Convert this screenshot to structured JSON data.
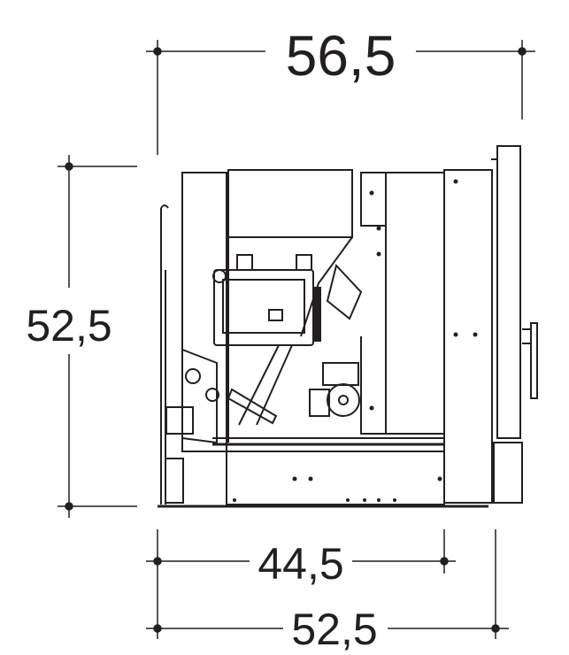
{
  "dimensions": {
    "overall_width": "56,5",
    "overall_height": "52,5",
    "base_depth_inner": "44,5",
    "base_depth_outer": "52,5"
  },
  "colors": {
    "line": "#231f20",
    "background": "#ffffff"
  }
}
